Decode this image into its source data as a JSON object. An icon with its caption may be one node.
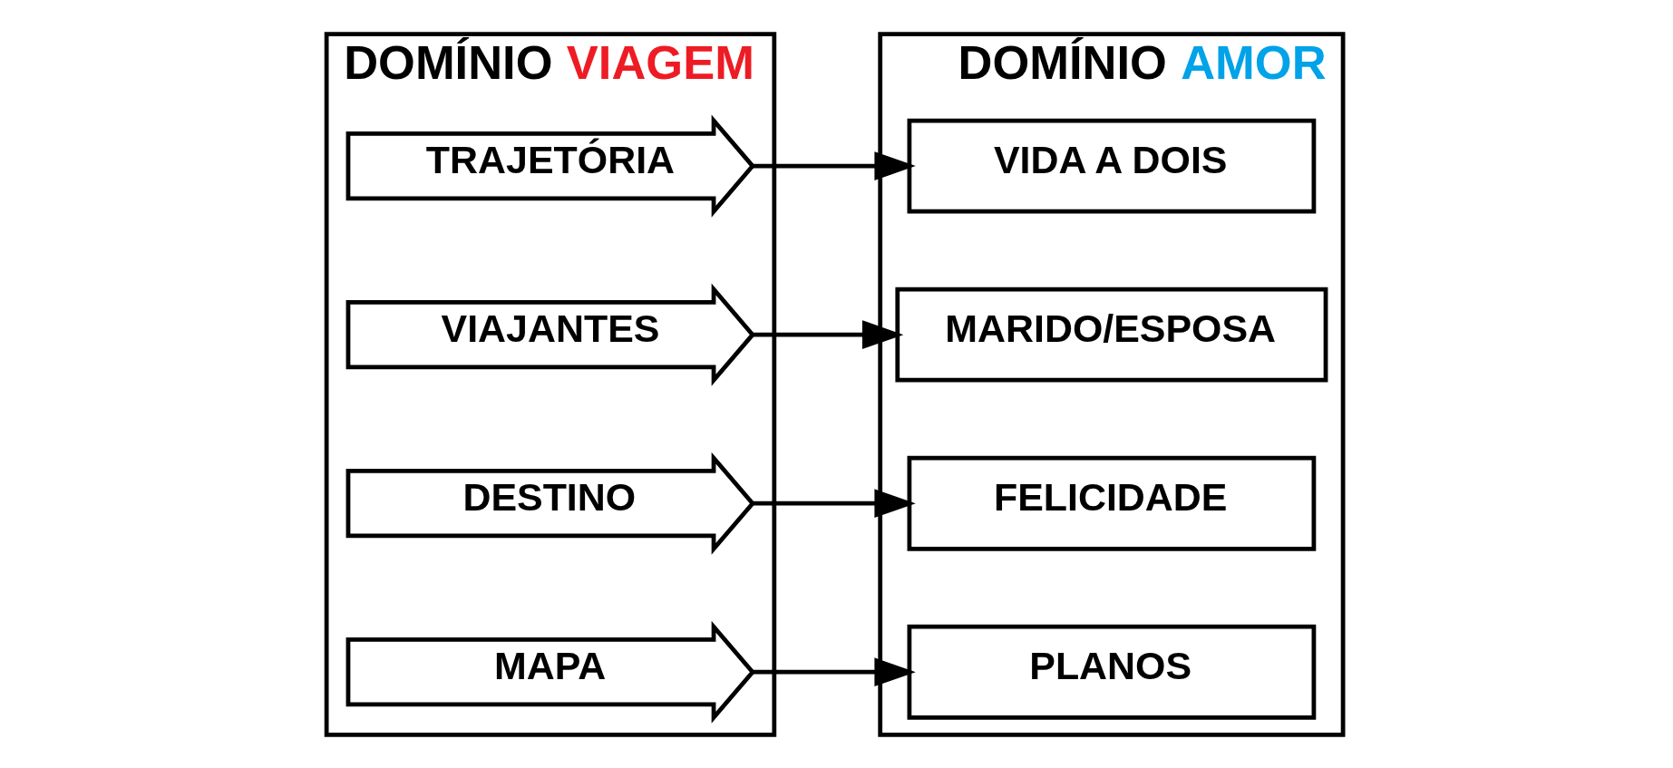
{
  "diagram": {
    "nodes": [
      {
        "text": [
          "DOMÍNIO VIAGEM"
        ]
      },
      {
        "text": [
          "DOMÍNIO AMOR"
        ]
      },
      {
        "text": [
          "TRAJETÓRIA"
        ],
        "in": 0
      },
      {
        "text": [
          "VIDA A DOIS"
        ],
        "in": 1
      },
      {
        "text": [
          "VIAJANTES"
        ],
        "in": 0
      },
      {
        "text": [
          "MARIDO/ESPOSA"
        ],
        "in": 1
      },
      {
        "text": [
          "DESTINO"
        ],
        "in": 0
      },
      {
        "text": [
          "FELICIDADE"
        ],
        "in": 1
      },
      {
        "text": [
          "MAPA"
        ],
        "in": 0
      },
      {
        "text": [
          "PLANOS"
        ],
        "in": 1
      }
    ],
    "edges": [
      {
        "from": 2,
        "to": 3,
        "arrow": "to"
      },
      {
        "from": 4,
        "to": 5,
        "arrow": "to"
      },
      {
        "from": 6,
        "to": 7,
        "arrow": "to"
      },
      {
        "from": 8,
        "to": 9,
        "arrow": "to"
      }
    ]
  }
}
